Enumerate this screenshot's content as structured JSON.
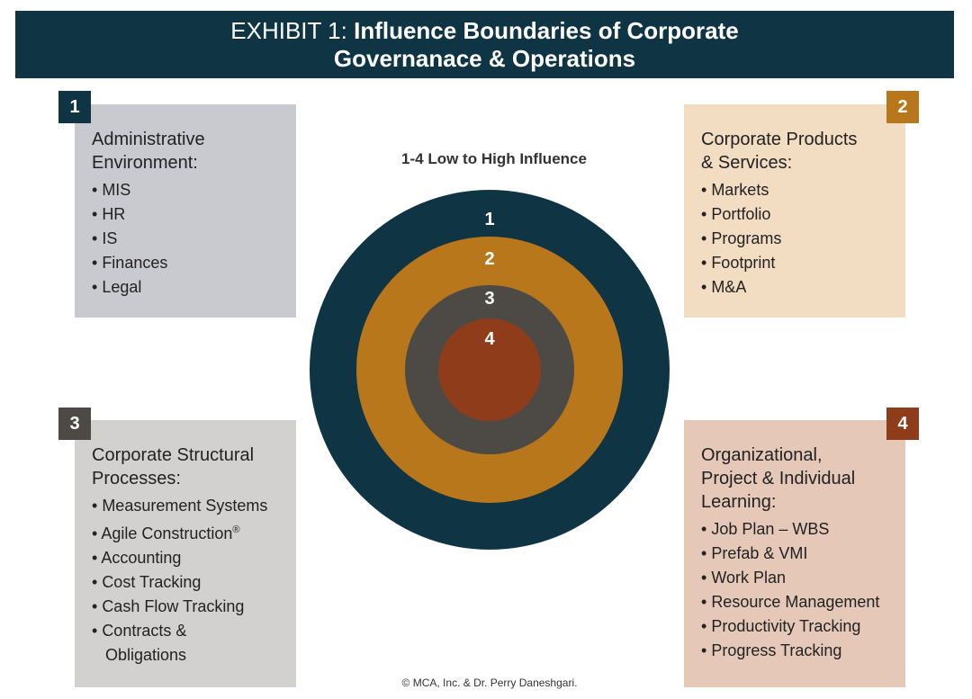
{
  "header": {
    "prefix": "EXHIBIT 1:",
    "title_line1": "Influence Boundaries of Corporate",
    "title_line2": "Governanace & Operations"
  },
  "legend": "1-4 Low to High Influence",
  "colors": {
    "header": "#0f3443",
    "ring1": "#0f3443",
    "ring2": "#b8771a",
    "ring3": "#4d4a46",
    "ring4": "#8f3c1b"
  },
  "rings": [
    {
      "label": "1"
    },
    {
      "label": "2"
    },
    {
      "label": "3"
    },
    {
      "label": "4"
    }
  ],
  "boxes": [
    {
      "number": "1",
      "title_line1": "Administrative",
      "title_line2": "Environment:",
      "items": [
        "MIS",
        "HR",
        "IS",
        "Finances",
        "Legal"
      ]
    },
    {
      "number": "2",
      "title_line1": "Corporate Products",
      "title_line2": "& Services:",
      "items": [
        "Markets",
        "Portfolio",
        "Programs",
        "Footprint",
        "M&A"
      ]
    },
    {
      "number": "3",
      "title_line1": "Corporate Structural",
      "title_line2": "Processes:",
      "items": [
        "Measurement Systems",
        "Agile Construction",
        "Accounting",
        "Cost Tracking",
        "Cash Flow Tracking",
        "Contracts & Obligations"
      ],
      "registered_mark": "®"
    },
    {
      "number": "4",
      "title_line1": "Organizational,",
      "title_line2": "Project & Individual",
      "title_line3": "Learning:",
      "items": [
        "Job Plan – WBS",
        "Prefab & VMI",
        "Work Plan",
        "Resource Management",
        "Productivity Tracking",
        "Progress Tracking"
      ]
    }
  ],
  "footer": "© MCA, Inc. & Dr. Perry Daneshgari."
}
